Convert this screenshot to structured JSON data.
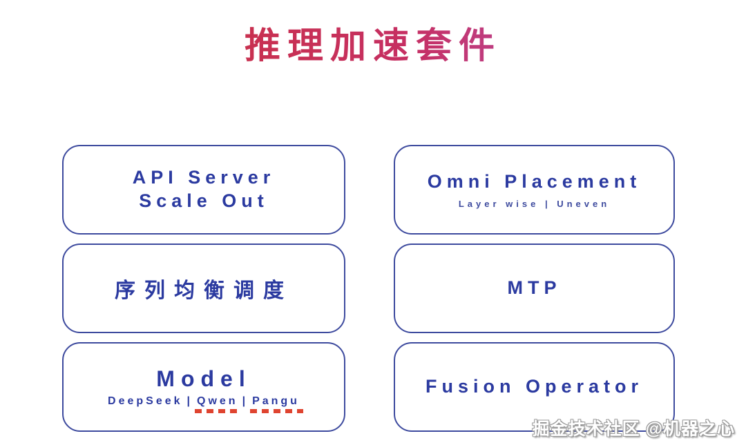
{
  "title": "推理加速套件",
  "colors": {
    "title_gradient_start": "#cb3333",
    "title_gradient_mid": "#c62f63",
    "title_gradient_end": "#a867d8",
    "box_border": "#3d4a9e",
    "box_text": "#2b3aa0",
    "spellcheck_underline": "#df4430",
    "background": "#ffffff"
  },
  "boxes": {
    "api_server": {
      "title": "API Server\nScale Out"
    },
    "omni_placement": {
      "title": "Omni Placement",
      "subtitle": "Layer wise | Uneven"
    },
    "sequence_scheduling": {
      "title": "序列均衡调度"
    },
    "mtp": {
      "title": "MTP"
    },
    "model": {
      "title": "Model",
      "subtitle_part1": "DeepSeek",
      "subtitle_sep1": "|",
      "subtitle_part2": "Qwen",
      "subtitle_sep2": "|",
      "subtitle_part3": "Pangu"
    },
    "fusion_operator": {
      "title": "Fusion Operator"
    }
  },
  "watermark": "掘金技术社区 @机器之心"
}
